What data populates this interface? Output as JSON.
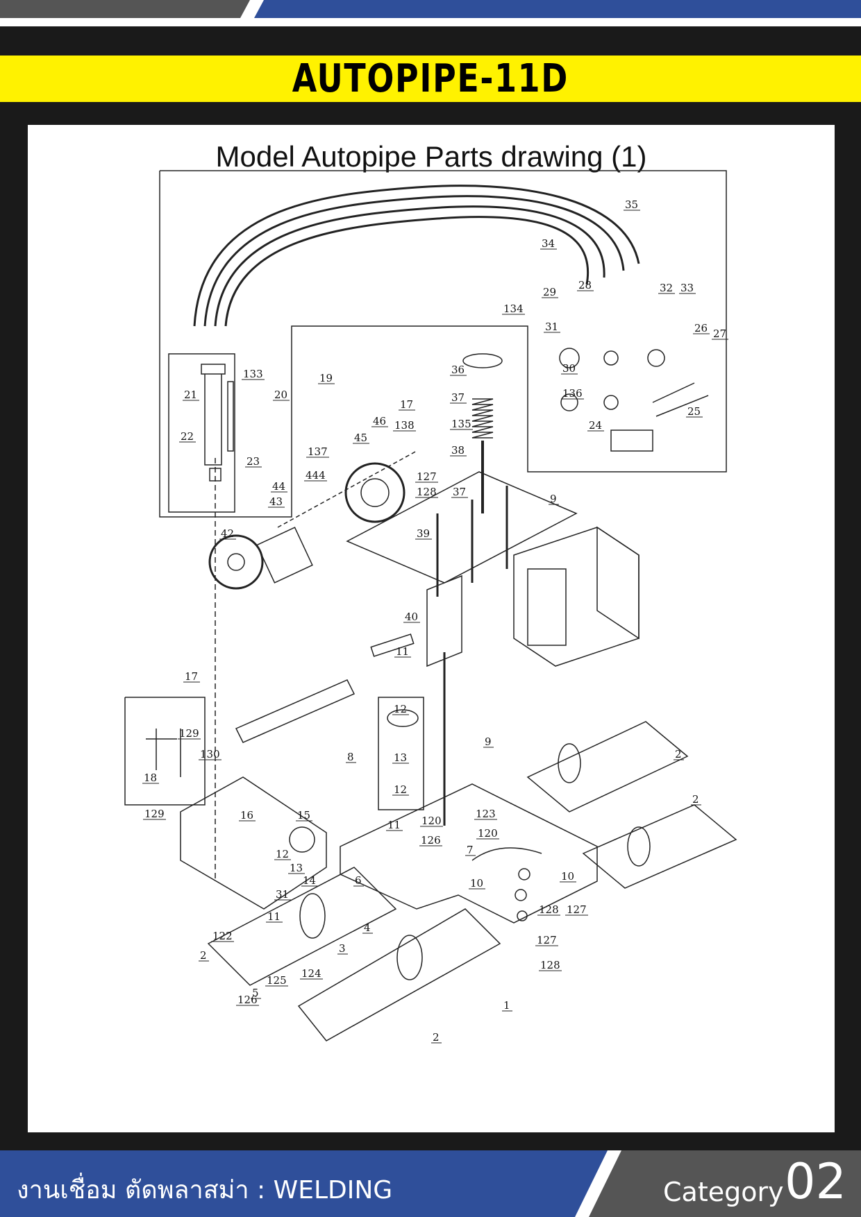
{
  "header": {
    "title": "AUTOPIPE-11D",
    "colors": {
      "accent_yellow": "#fff200",
      "frame_dark": "#1a1a1a",
      "brand_blue": "#2f4f9a",
      "gray": "#555555"
    }
  },
  "drawing": {
    "title": "Model Autopipe Parts drawing (1)",
    "part_labels": [
      "35",
      "34",
      "28",
      "29",
      "32",
      "33",
      "31",
      "26",
      "27",
      "30",
      "136",
      "25",
      "24",
      "134",
      "36",
      "37",
      "135",
      "38",
      "133",
      "21",
      "20",
      "19",
      "22",
      "23",
      "17",
      "46",
      "138",
      "45",
      "137",
      "444",
      "44",
      "43",
      "42",
      "127",
      "128",
      "37",
      "39",
      "9",
      "40",
      "11",
      "9",
      "17",
      "129",
      "130",
      "18",
      "129",
      "16",
      "15",
      "12",
      "13",
      "14",
      "31",
      "11",
      "122",
      "8",
      "12",
      "13",
      "12",
      "11",
      "123",
      "120",
      "7",
      "120",
      "126",
      "10",
      "6",
      "2",
      "2",
      "10",
      "4",
      "3",
      "128",
      "127",
      "127",
      "128",
      "2",
      "124",
      "125",
      "5",
      "126",
      "1",
      "2"
    ]
  },
  "footer": {
    "section_text": "งานเชื่อม ตัดพลาสม่า : WELDING",
    "category_label": "Category",
    "category_number": "02"
  }
}
